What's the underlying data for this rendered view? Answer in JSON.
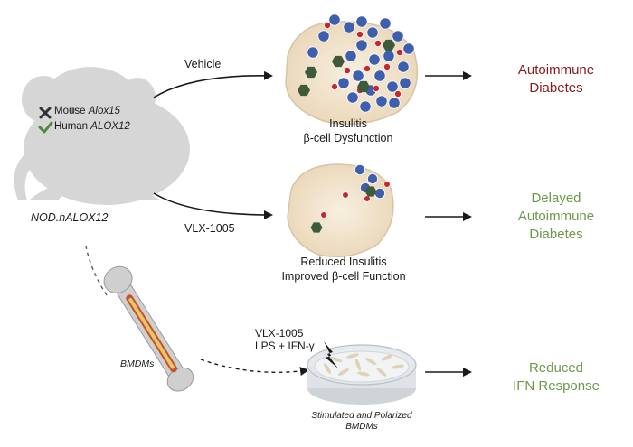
{
  "mouse": {
    "line1_prefix": "Mouse",
    "line1_gene": "Alox15",
    "line2_prefix": "Human",
    "line2_gene": "ALOX12",
    "strain": "NOD.hALOX12",
    "x_icon": "x-mark-icon",
    "check_icon": "check-mark-icon"
  },
  "arms": {
    "vehicle": {
      "treatment": "Vehicle",
      "caption_line1": "Insulitis",
      "caption_line2": "β-cell Dysfunction",
      "outcome_line1": "Autoimmune",
      "outcome_line2": "Diabetes",
      "outcome_color": "#8b1a1a"
    },
    "drug": {
      "treatment": "VLX-1005",
      "caption_line1": "Reduced Insulitis",
      "caption_line2": "Improved β-cell Function",
      "outcome_line1": "Delayed",
      "outcome_line2": "Autoimmune",
      "outcome_line3": "Diabetes",
      "outcome_color": "#6a9a4a"
    },
    "bmdm": {
      "source_label": "BMDMs",
      "stim_line1": "VLX-1005",
      "stim_line2": "LPS + IFN-γ",
      "caption_line1": "Stimulated and Polarized",
      "caption_line2": "BMDMs",
      "outcome_line1": "Reduced",
      "outcome_line2": "IFN Response",
      "outcome_color": "#6a9a4a"
    }
  },
  "colors": {
    "mouse": "#d6d6d6",
    "islet": "#f3e7d3",
    "islet_edge": "#d9c3a5",
    "t_cell": "#3d5fae",
    "red_cell": "#c8262e",
    "macrophage": "#3d5a3a",
    "dish": "#e9ecef",
    "bone": "#cfcfcf",
    "arrow": "#1a1a1a"
  }
}
